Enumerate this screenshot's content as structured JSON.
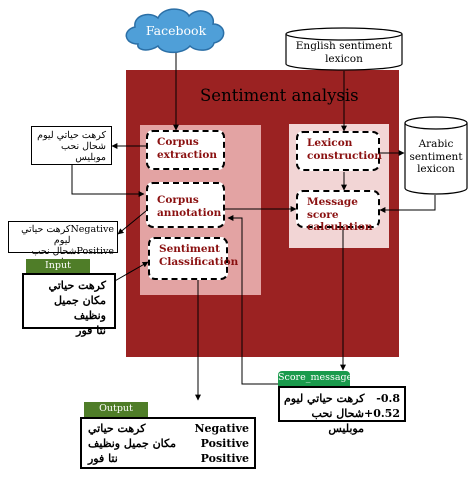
{
  "title": "Sentiment analysis",
  "facebook": "Facebook",
  "english_lexicon": "English sentiment lexicon",
  "arabic_lexicon": "Arabic sentiment lexicon",
  "processes": {
    "corpus_extraction": "Corpus extraction",
    "corpus_annotation": "Corpus annotation",
    "sentiment_classification": "Sentiment Classification",
    "lexicon_construction": "Lexicon construction",
    "message_score": "Message score calculation"
  },
  "extracted": [
    "كرهت حياتي ليوم",
    "شحال نحب موبليس"
  ],
  "annotated": [
    {
      "label": "Negative",
      "text": "كرهت حياتي ليوم"
    },
    {
      "label": "Positive",
      "text": "شحال نحب موبليس"
    }
  ],
  "input": {
    "tag": "Input",
    "lines": [
      "كرهت حياتي",
      "مكان جميل ونظيف",
      "نتا فور"
    ]
  },
  "score_message": {
    "tag": "Score_message",
    "rows": [
      {
        "score": "-0.8",
        "text": "كرهت حياتي ليوم"
      },
      {
        "score": "+0.52",
        "text": "شحال نحب موبليس"
      }
    ]
  },
  "output": {
    "tag": "Output",
    "rows": [
      {
        "label": "Negative",
        "text": "كرهت حياتي"
      },
      {
        "label": "Positive",
        "text": "مكان جميل ونظيف"
      },
      {
        "label": "Positive",
        "text": "نتا فور"
      }
    ]
  },
  "colors": {
    "main": "#9b2222",
    "cloud": "#4f9fd8",
    "input_tag": "#4f7d28",
    "score_tag": "#1a9a4c",
    "output_tag": "#4f7d28"
  }
}
